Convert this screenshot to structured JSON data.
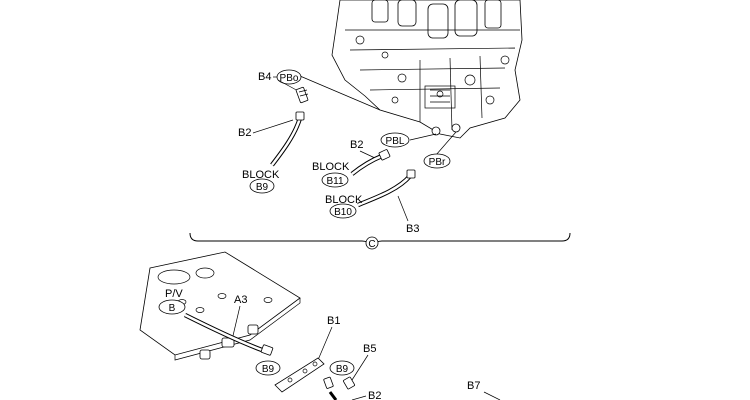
{
  "labels": {
    "b4": "B4",
    "pbo": "PBo",
    "b2_left": "B2",
    "block_b9": "BLOCK",
    "b9_top": "B9",
    "b2_mid": "B2",
    "pbl": "PBL",
    "block_b11": "BLOCK",
    "b11": "B11",
    "pbr": "PBr",
    "block_b10": "BLOCK",
    "b10": "B10",
    "b3": "B3",
    "c": "C",
    "pv": "P/V",
    "b": "B",
    "a3": "A3",
    "b1": "B1",
    "b5": "B5",
    "b9_bottom_left": "B9",
    "b9_bottom_right": "B9",
    "b2_bottom": "B2",
    "b7": "B7"
  }
}
